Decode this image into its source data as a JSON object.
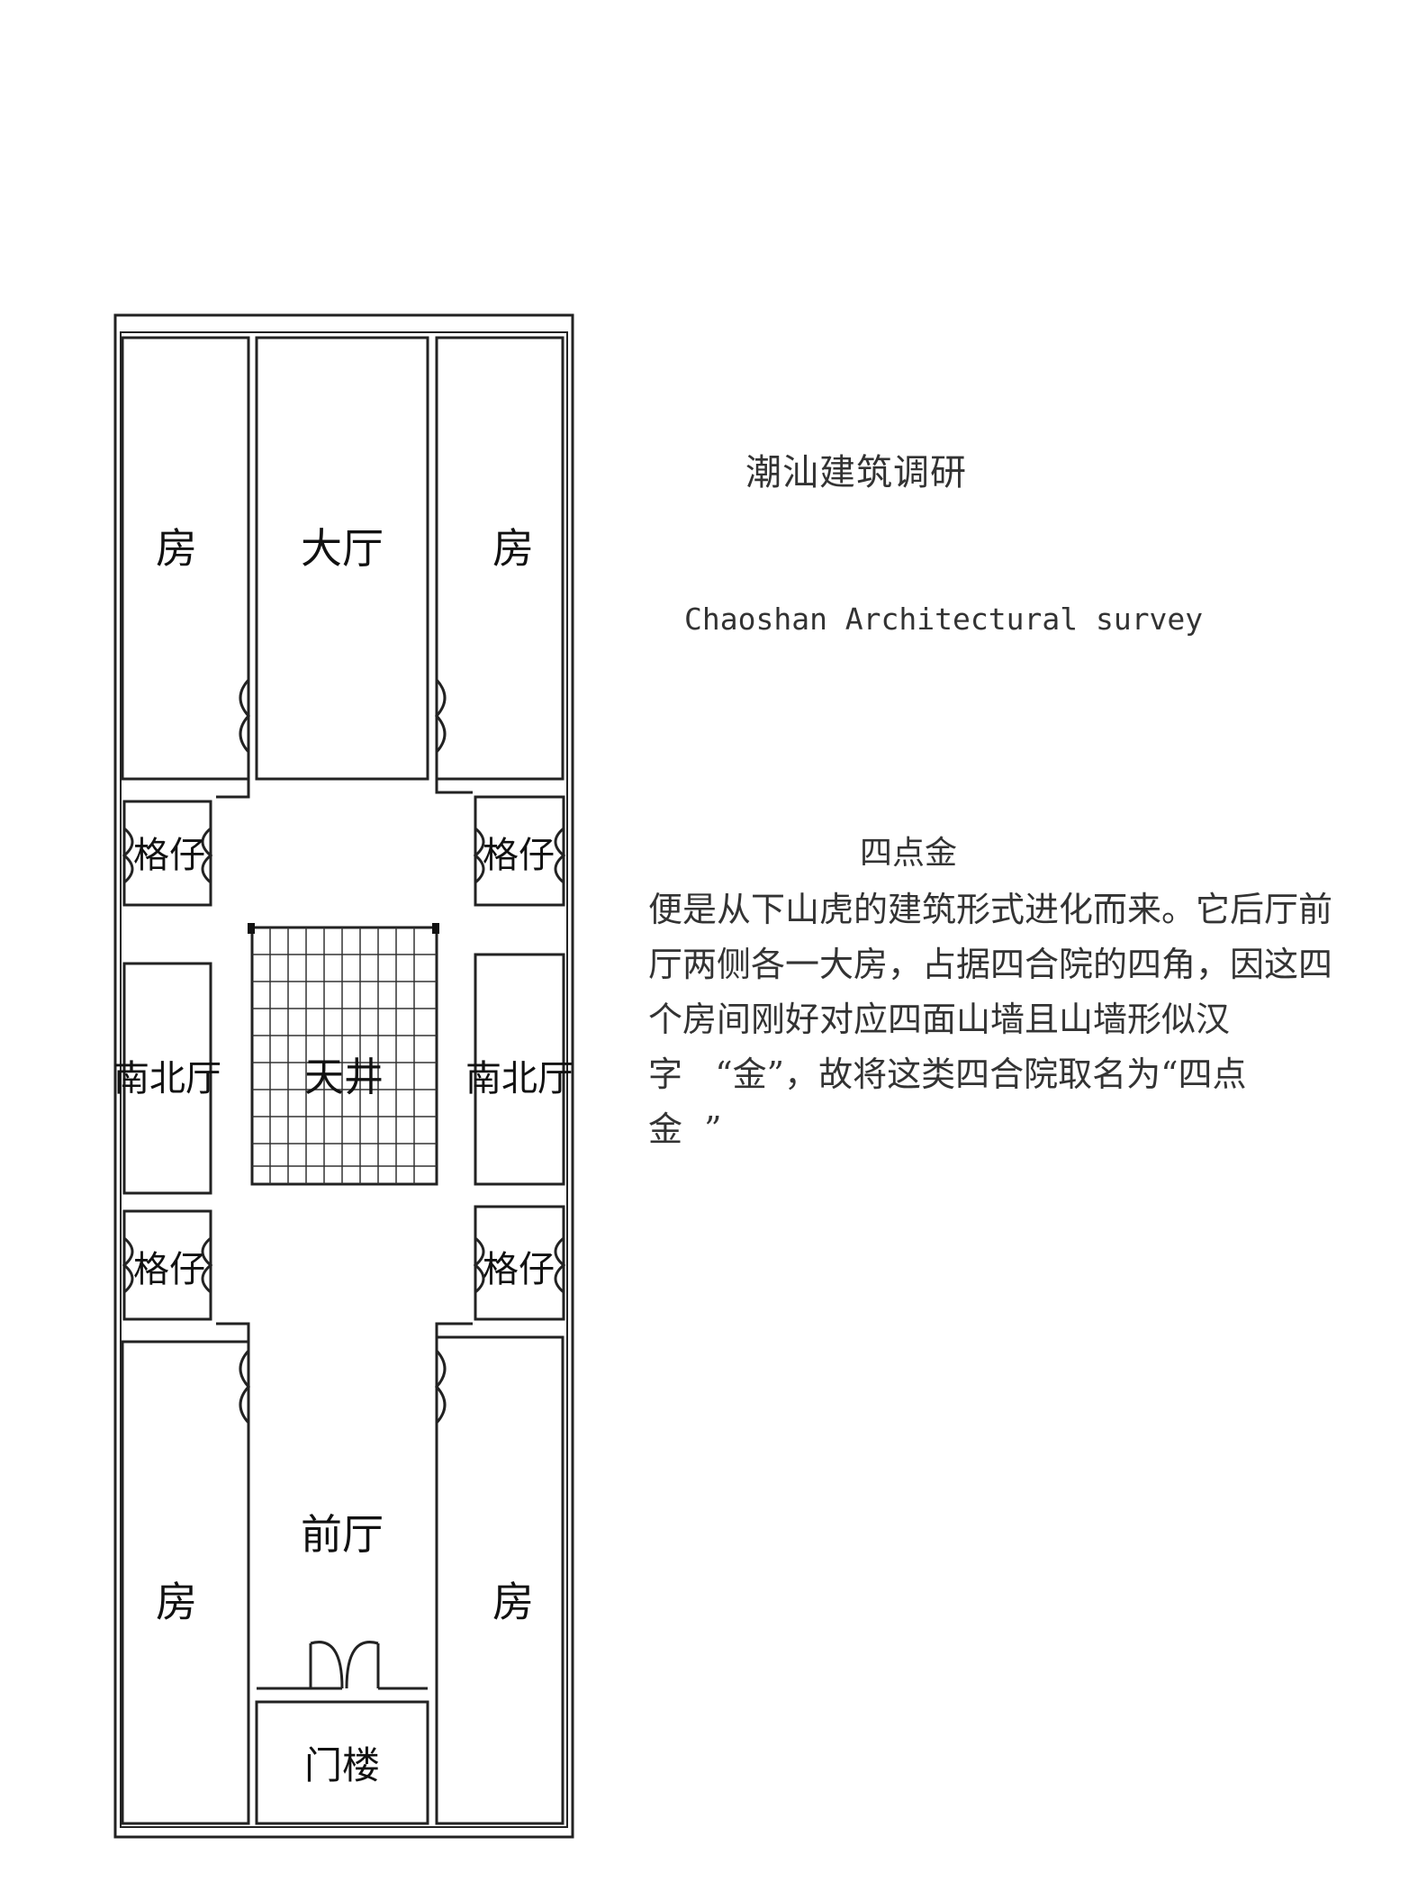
{
  "document": {
    "title": "潮汕建筑调研",
    "subtitle": "Chaoshan Architectural survey",
    "section_heading": "四点金",
    "body_lines": [
      "便是从下山虎的建筑形式进化而来。它后厅前",
      "厅两侧各一大房，占据四合院的四角，因这四",
      "个房间刚好对应四面山墙且山墙形似汉",
      "字   “金”，故将这类四合院取名为“四点",
      "金  ”"
    ]
  },
  "floor_plan": {
    "rooms": {
      "room_top_left": "房",
      "main_hall": "大厅",
      "room_top_right": "房",
      "side_room_upper_left": "格仔",
      "side_room_upper_right": "格仔",
      "ns_hall_left": "南北厅",
      "courtyard": "天井",
      "ns_hall_right": "南北厅",
      "side_room_lower_left": "格仔",
      "side_room_lower_right": "格仔",
      "room_bottom_left": "房",
      "front_hall": "前厅",
      "room_bottom_right": "房",
      "gatehouse": "门楼"
    }
  }
}
